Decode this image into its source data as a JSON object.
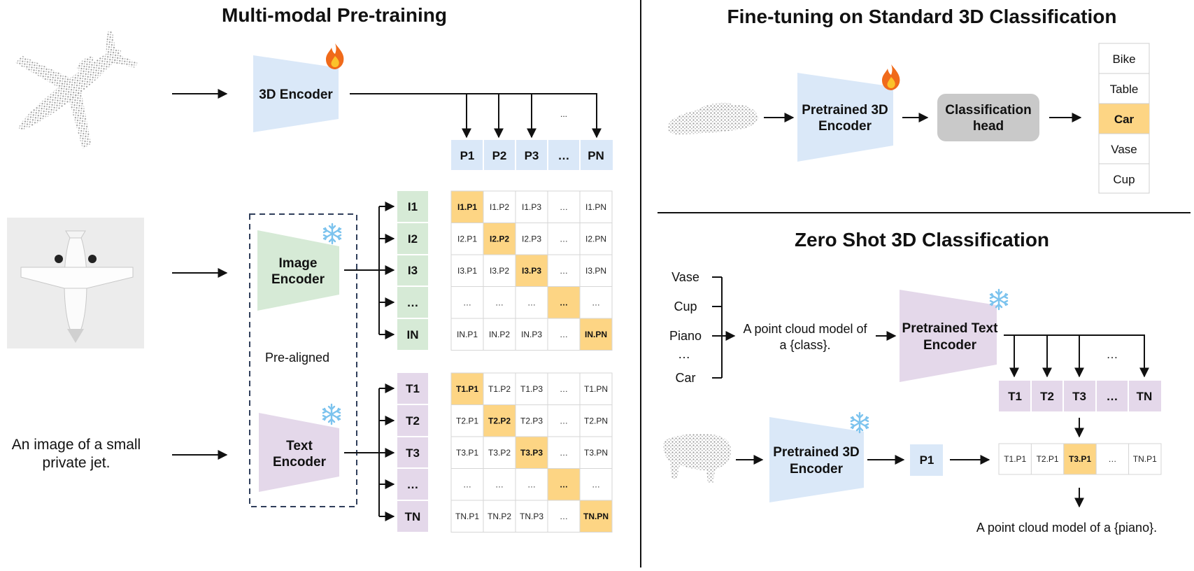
{
  "titles": {
    "pretraining": "Multi-modal Pre-training",
    "finetuning": "Fine-tuning on Standard 3D Classification",
    "zeroshot": "Zero Shot 3D Classification"
  },
  "pretraining": {
    "encoder_3d": "3D Encoder",
    "image_encoder": [
      "Image",
      "Encoder"
    ],
    "text_encoder": [
      "Text",
      "Encoder"
    ],
    "pre_aligned": "Pre-aligned",
    "text_caption": [
      "An image of a small",
      "private jet."
    ],
    "ellipsis_top": "...",
    "p_tokens": [
      "P1",
      "P2",
      "P3",
      "…",
      "PN"
    ],
    "i_tokens": [
      "I1",
      "I2",
      "I3",
      "…",
      "IN"
    ],
    "t_tokens": [
      "T1",
      "T2",
      "T3",
      "…",
      "TN"
    ],
    "image_matrix": [
      [
        "I1.P1",
        "I1.P2",
        "I1.P3",
        "…",
        "I1.PN"
      ],
      [
        "I2.P1",
        "I2.P2",
        "I2.P3",
        "…",
        "I2.PN"
      ],
      [
        "I3.P1",
        "I3.P2",
        "I3.P3",
        "…",
        "I3.PN"
      ],
      [
        "…",
        "…",
        "…",
        "…",
        "…"
      ],
      [
        "IN.P1",
        "IN.P2",
        "IN.P3",
        "…",
        "IN.PN"
      ]
    ],
    "text_matrix": [
      [
        "T1.P1",
        "T1.P2",
        "T1.P3",
        "…",
        "T1.PN"
      ],
      [
        "T2.P1",
        "T2.P2",
        "T2.P3",
        "…",
        "T2.PN"
      ],
      [
        "T3.P1",
        "T3.P2",
        "T3.P3",
        "…",
        "T3.PN"
      ],
      [
        "…",
        "…",
        "…",
        "…",
        "…"
      ],
      [
        "TN.P1",
        "TN.P2",
        "TN.P3",
        "…",
        "TN.PN"
      ]
    ]
  },
  "finetuning": {
    "encoder": [
      "Pretrained 3D",
      "Encoder"
    ],
    "head": [
      "Classification",
      "head"
    ],
    "classes": [
      "Bike",
      "Table",
      "Car",
      "Vase",
      "Cup"
    ],
    "selected_class": "Car"
  },
  "zeroshot": {
    "class_list": [
      "Vase",
      "Cup",
      "Piano",
      "…",
      "Car"
    ],
    "prompt": [
      "A point cloud model of",
      "a {class}."
    ],
    "text_encoder": [
      "Pretrained Text",
      "Encoder"
    ],
    "encoder_3d": [
      "Pretrained 3D",
      "Encoder"
    ],
    "ellipsis": "…",
    "t_tokens": [
      "T1",
      "T2",
      "T3",
      "…",
      "TN"
    ],
    "p_token": "P1",
    "scores": [
      "T1.P1",
      "T2.P1",
      "T3.P1",
      "…",
      "TN.P1"
    ],
    "result": "A point cloud model of a {piano}."
  },
  "colors": {
    "blue": "#dae8f8",
    "green": "#d6ead6",
    "purple": "#e4d8ea",
    "highlight": "#fdd584",
    "gray_head": "#c9c9c9",
    "flame": "#f06a1a",
    "snow": "#7cc3ee"
  },
  "icons": {
    "frozen": "snowflake-icon",
    "trainable": "flame-icon"
  }
}
